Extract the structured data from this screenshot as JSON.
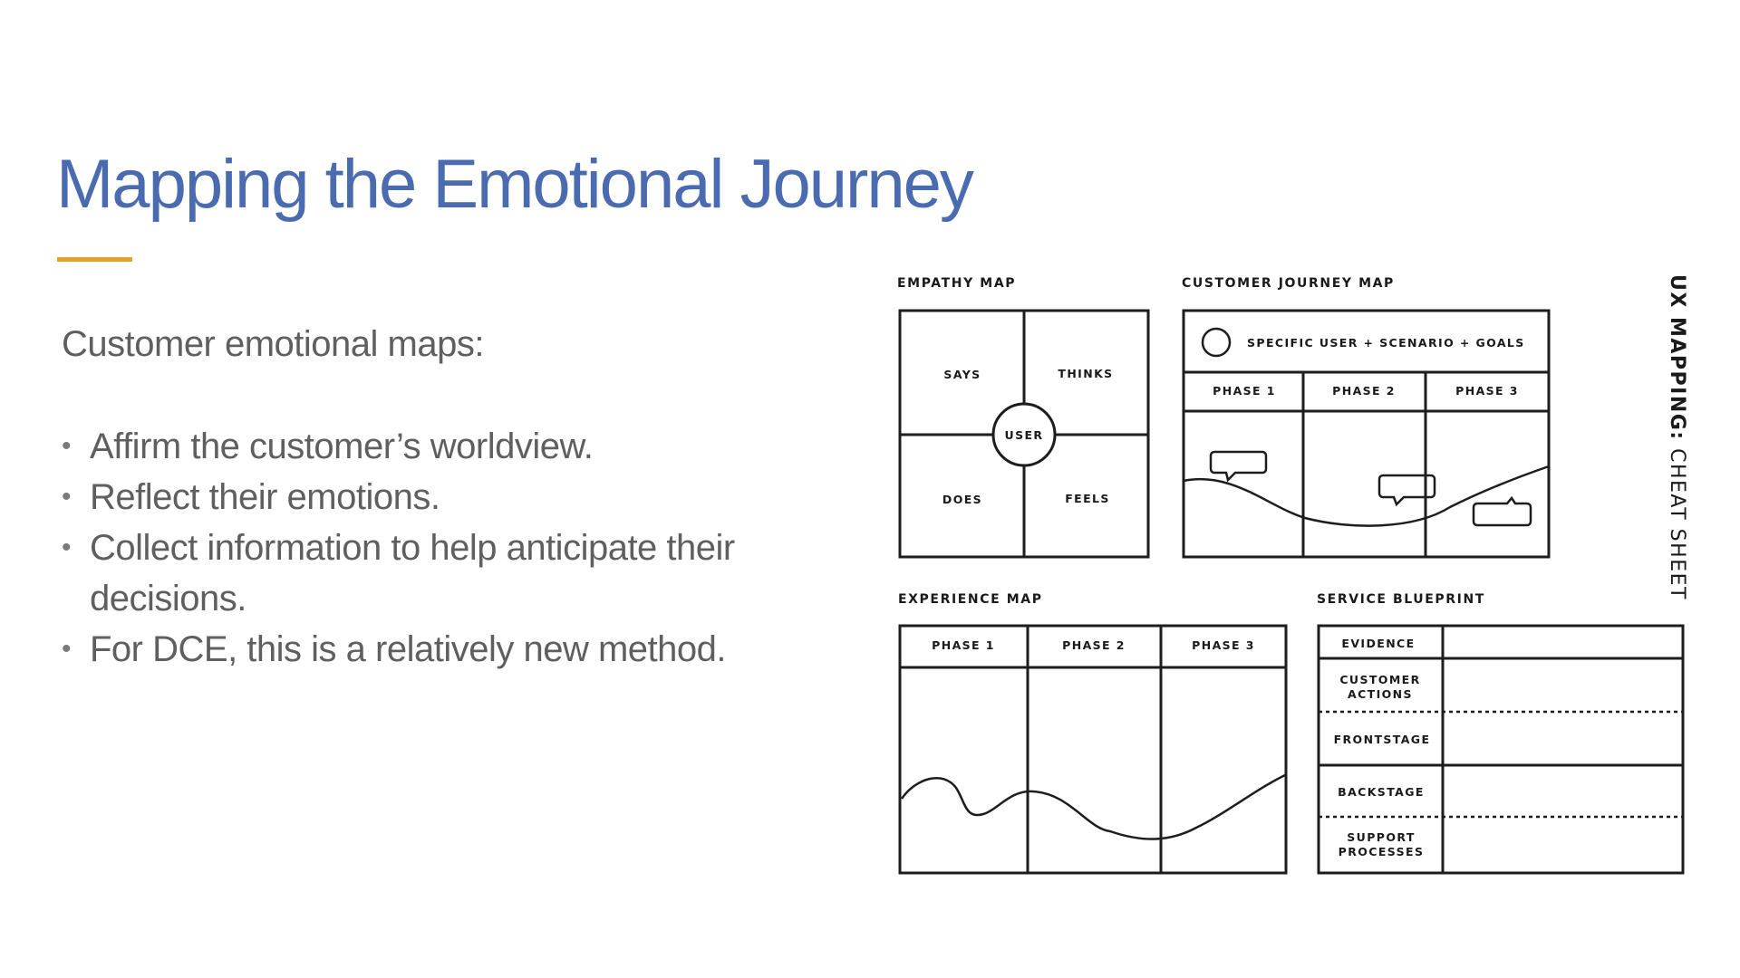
{
  "slide": {
    "title": "Mapping the Emotional Journey",
    "accent_color": "#e3a32a",
    "title_color": "#4a6bb0",
    "intro": "Customer emotional maps:",
    "bullets": [
      "Affirm the customer’s worldview.",
      "Reflect their emotions.",
      "Collect information to help anticipate their decisions.",
      "For DCE, this is a relatively new method."
    ]
  },
  "cheat_sheet": {
    "side_title_bold": "UX MAPPING:",
    "side_title_rest": " CHEAT SHEET",
    "empathy_map": {
      "heading": "EMPATHY MAP",
      "says": "SAYS",
      "thinks": "THINKS",
      "does": "DOES",
      "feels": "FEELS",
      "center": "USER"
    },
    "customer_journey_map": {
      "heading": "CUSTOMER JOURNEY MAP",
      "header": "SPECIFIC USER + SCENARIO + GOALS",
      "phases": [
        "PHASE 1",
        "PHASE 2",
        "PHASE 3"
      ]
    },
    "experience_map": {
      "heading": "EXPERIENCE MAP",
      "phases": [
        "PHASE 1",
        "PHASE 2",
        "PHASE 3"
      ]
    },
    "service_blueprint": {
      "heading": "SERVICE BLUEPRINT",
      "rows": {
        "evidence": "EVIDENCE",
        "customer_1": "CUSTOMER",
        "customer_2": "ACTIONS",
        "frontstage": "FRONTSTAGE",
        "backstage": "BACKSTAGE",
        "support_1": "SUPPORT",
        "support_2": "PROCESSES"
      }
    }
  }
}
